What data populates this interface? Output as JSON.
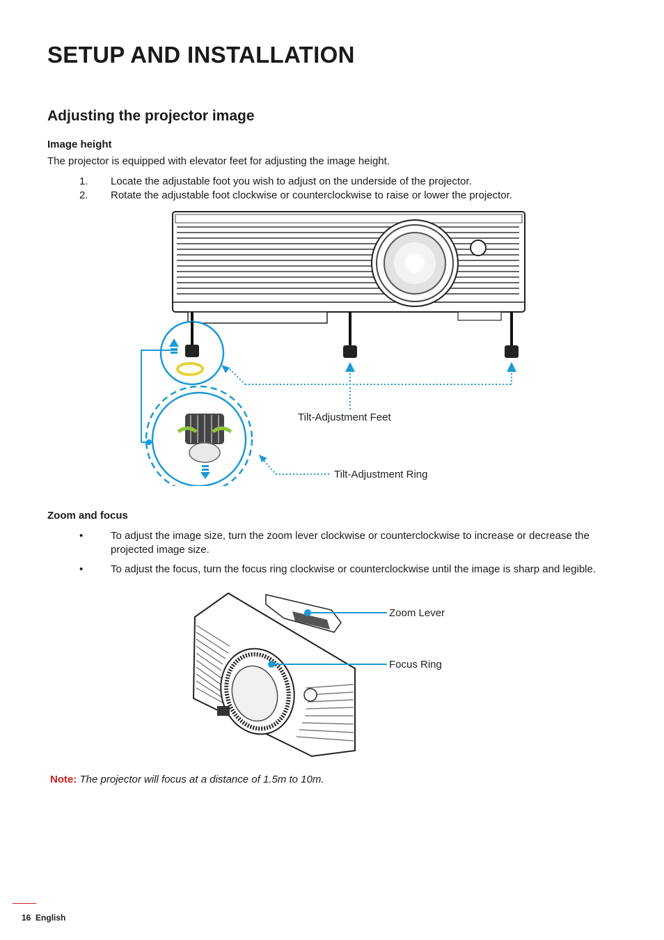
{
  "header": {
    "title": "SETUP AND INSTALLATION"
  },
  "section": {
    "title": "Adjusting the projector image"
  },
  "image_height": {
    "heading": "Image height",
    "intro": "The projector is equipped with elevator feet for adjusting the image height.",
    "steps": [
      {
        "marker": "1.",
        "text": "Locate the adjustable foot you wish to adjust on the underside of the projector."
      },
      {
        "marker": "2.",
        "text": "Rotate the adjustable foot clockwise or counterclockwise to raise or lower the projector."
      }
    ],
    "figure": {
      "label_feet": "Tilt-Adjustment Feet",
      "label_ring": "Tilt-Adjustment Ring"
    }
  },
  "zoom_focus": {
    "heading": "Zoom and focus",
    "bullets": [
      {
        "marker": "•",
        "text": "To adjust the image size, turn the zoom lever clockwise or counterclockwise to increase or decrease the projected image size."
      },
      {
        "marker": "•",
        "text": "To adjust the focus, turn the focus ring clockwise or counterclockwise until the image is sharp and legible."
      }
    ],
    "figure": {
      "label_zoom": "Zoom Lever",
      "label_focus": "Focus Ring"
    }
  },
  "note": {
    "label": "Note:",
    "text": "The projector will focus at a distance of 1.5m to 10m."
  },
  "footer": {
    "page": "16",
    "language": "English"
  },
  "colors": {
    "accent_red": "#d22020",
    "callout_blue": "#1a9ad6"
  }
}
